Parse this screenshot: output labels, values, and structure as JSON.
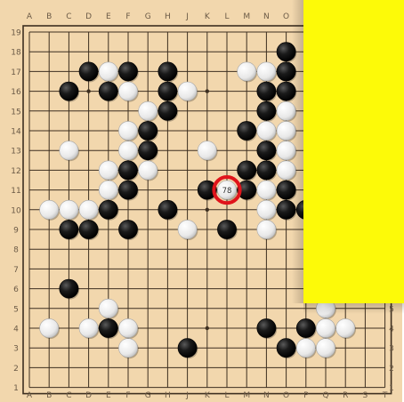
{
  "board": {
    "size": 19,
    "columns": [
      "A",
      "B",
      "C",
      "D",
      "E",
      "F",
      "G",
      "H",
      "J",
      "K",
      "L",
      "M",
      "N",
      "O",
      "P",
      "Q",
      "R",
      "S",
      "T"
    ],
    "rows": [
      "19",
      "18",
      "17",
      "16",
      "15",
      "14",
      "13",
      "12",
      "11",
      "10",
      "9",
      "8",
      "7",
      "6",
      "5",
      "4",
      "3",
      "2",
      "1"
    ],
    "colors": {
      "board": "#f2d7ad",
      "line": "#3d2f20",
      "black": "#141414",
      "white": "#f3f3f3",
      "marker": "#e0141b",
      "panel": "#fdfa08"
    },
    "stones": [
      {
        "c": "black",
        "col": "O",
        "row": "18"
      },
      {
        "c": "black",
        "col": "D",
        "row": "17"
      },
      {
        "c": "white",
        "col": "E",
        "row": "17"
      },
      {
        "c": "black",
        "col": "F",
        "row": "17"
      },
      {
        "c": "black",
        "col": "H",
        "row": "17"
      },
      {
        "c": "white",
        "col": "M",
        "row": "17"
      },
      {
        "c": "white",
        "col": "N",
        "row": "17"
      },
      {
        "c": "black",
        "col": "O",
        "row": "17"
      },
      {
        "c": "black",
        "col": "C",
        "row": "16"
      },
      {
        "c": "black",
        "col": "E",
        "row": "16"
      },
      {
        "c": "white",
        "col": "F",
        "row": "16"
      },
      {
        "c": "black",
        "col": "H",
        "row": "16"
      },
      {
        "c": "white",
        "col": "J",
        "row": "16"
      },
      {
        "c": "black",
        "col": "N",
        "row": "16"
      },
      {
        "c": "black",
        "col": "O",
        "row": "16"
      },
      {
        "c": "white",
        "col": "G",
        "row": "15"
      },
      {
        "c": "black",
        "col": "H",
        "row": "15"
      },
      {
        "c": "black",
        "col": "N",
        "row": "15"
      },
      {
        "c": "white",
        "col": "O",
        "row": "15"
      },
      {
        "c": "white",
        "col": "F",
        "row": "14"
      },
      {
        "c": "black",
        "col": "G",
        "row": "14"
      },
      {
        "c": "black",
        "col": "M",
        "row": "14"
      },
      {
        "c": "white",
        "col": "N",
        "row": "14"
      },
      {
        "c": "white",
        "col": "O",
        "row": "14"
      },
      {
        "c": "white",
        "col": "C",
        "row": "13"
      },
      {
        "c": "white",
        "col": "F",
        "row": "13"
      },
      {
        "c": "black",
        "col": "G",
        "row": "13"
      },
      {
        "c": "white",
        "col": "K",
        "row": "13"
      },
      {
        "c": "black",
        "col": "N",
        "row": "13"
      },
      {
        "c": "white",
        "col": "O",
        "row": "13"
      },
      {
        "c": "white",
        "col": "E",
        "row": "12"
      },
      {
        "c": "black",
        "col": "F",
        "row": "12"
      },
      {
        "c": "white",
        "col": "G",
        "row": "12"
      },
      {
        "c": "black",
        "col": "M",
        "row": "12"
      },
      {
        "c": "black",
        "col": "N",
        "row": "12"
      },
      {
        "c": "white",
        "col": "O",
        "row": "12"
      },
      {
        "c": "white",
        "col": "E",
        "row": "11"
      },
      {
        "c": "black",
        "col": "F",
        "row": "11"
      },
      {
        "c": "black",
        "col": "K",
        "row": "11"
      },
      {
        "c": "white",
        "col": "L",
        "row": "11",
        "label": "78"
      },
      {
        "c": "black",
        "col": "M",
        "row": "11"
      },
      {
        "c": "white",
        "col": "N",
        "row": "11"
      },
      {
        "c": "black",
        "col": "O",
        "row": "11"
      },
      {
        "c": "white",
        "col": "B",
        "row": "10"
      },
      {
        "c": "white",
        "col": "C",
        "row": "10"
      },
      {
        "c": "white",
        "col": "D",
        "row": "10"
      },
      {
        "c": "black",
        "col": "E",
        "row": "10"
      },
      {
        "c": "black",
        "col": "H",
        "row": "10"
      },
      {
        "c": "white",
        "col": "N",
        "row": "10"
      },
      {
        "c": "black",
        "col": "O",
        "row": "10"
      },
      {
        "c": "black",
        "col": "P",
        "row": "10"
      },
      {
        "c": "black",
        "col": "C",
        "row": "9"
      },
      {
        "c": "black",
        "col": "D",
        "row": "9"
      },
      {
        "c": "black",
        "col": "F",
        "row": "9"
      },
      {
        "c": "white",
        "col": "J",
        "row": "9"
      },
      {
        "c": "black",
        "col": "L",
        "row": "9"
      },
      {
        "c": "white",
        "col": "N",
        "row": "9"
      },
      {
        "c": "black",
        "col": "C",
        "row": "6"
      },
      {
        "c": "white",
        "col": "E",
        "row": "5"
      },
      {
        "c": "white",
        "col": "Q",
        "row": "5"
      },
      {
        "c": "white",
        "col": "B",
        "row": "4"
      },
      {
        "c": "white",
        "col": "D",
        "row": "4"
      },
      {
        "c": "black",
        "col": "E",
        "row": "4"
      },
      {
        "c": "white",
        "col": "F",
        "row": "4"
      },
      {
        "c": "black",
        "col": "N",
        "row": "4"
      },
      {
        "c": "black",
        "col": "P",
        "row": "4"
      },
      {
        "c": "white",
        "col": "Q",
        "row": "4"
      },
      {
        "c": "white",
        "col": "R",
        "row": "4"
      },
      {
        "c": "white",
        "col": "F",
        "row": "3"
      },
      {
        "c": "black",
        "col": "J",
        "row": "3"
      },
      {
        "c": "black",
        "col": "O",
        "row": "3"
      },
      {
        "c": "white",
        "col": "P",
        "row": "3"
      },
      {
        "c": "white",
        "col": "Q",
        "row": "3"
      }
    ],
    "last_move": {
      "col": "L",
      "row": "11",
      "label": "78"
    }
  }
}
